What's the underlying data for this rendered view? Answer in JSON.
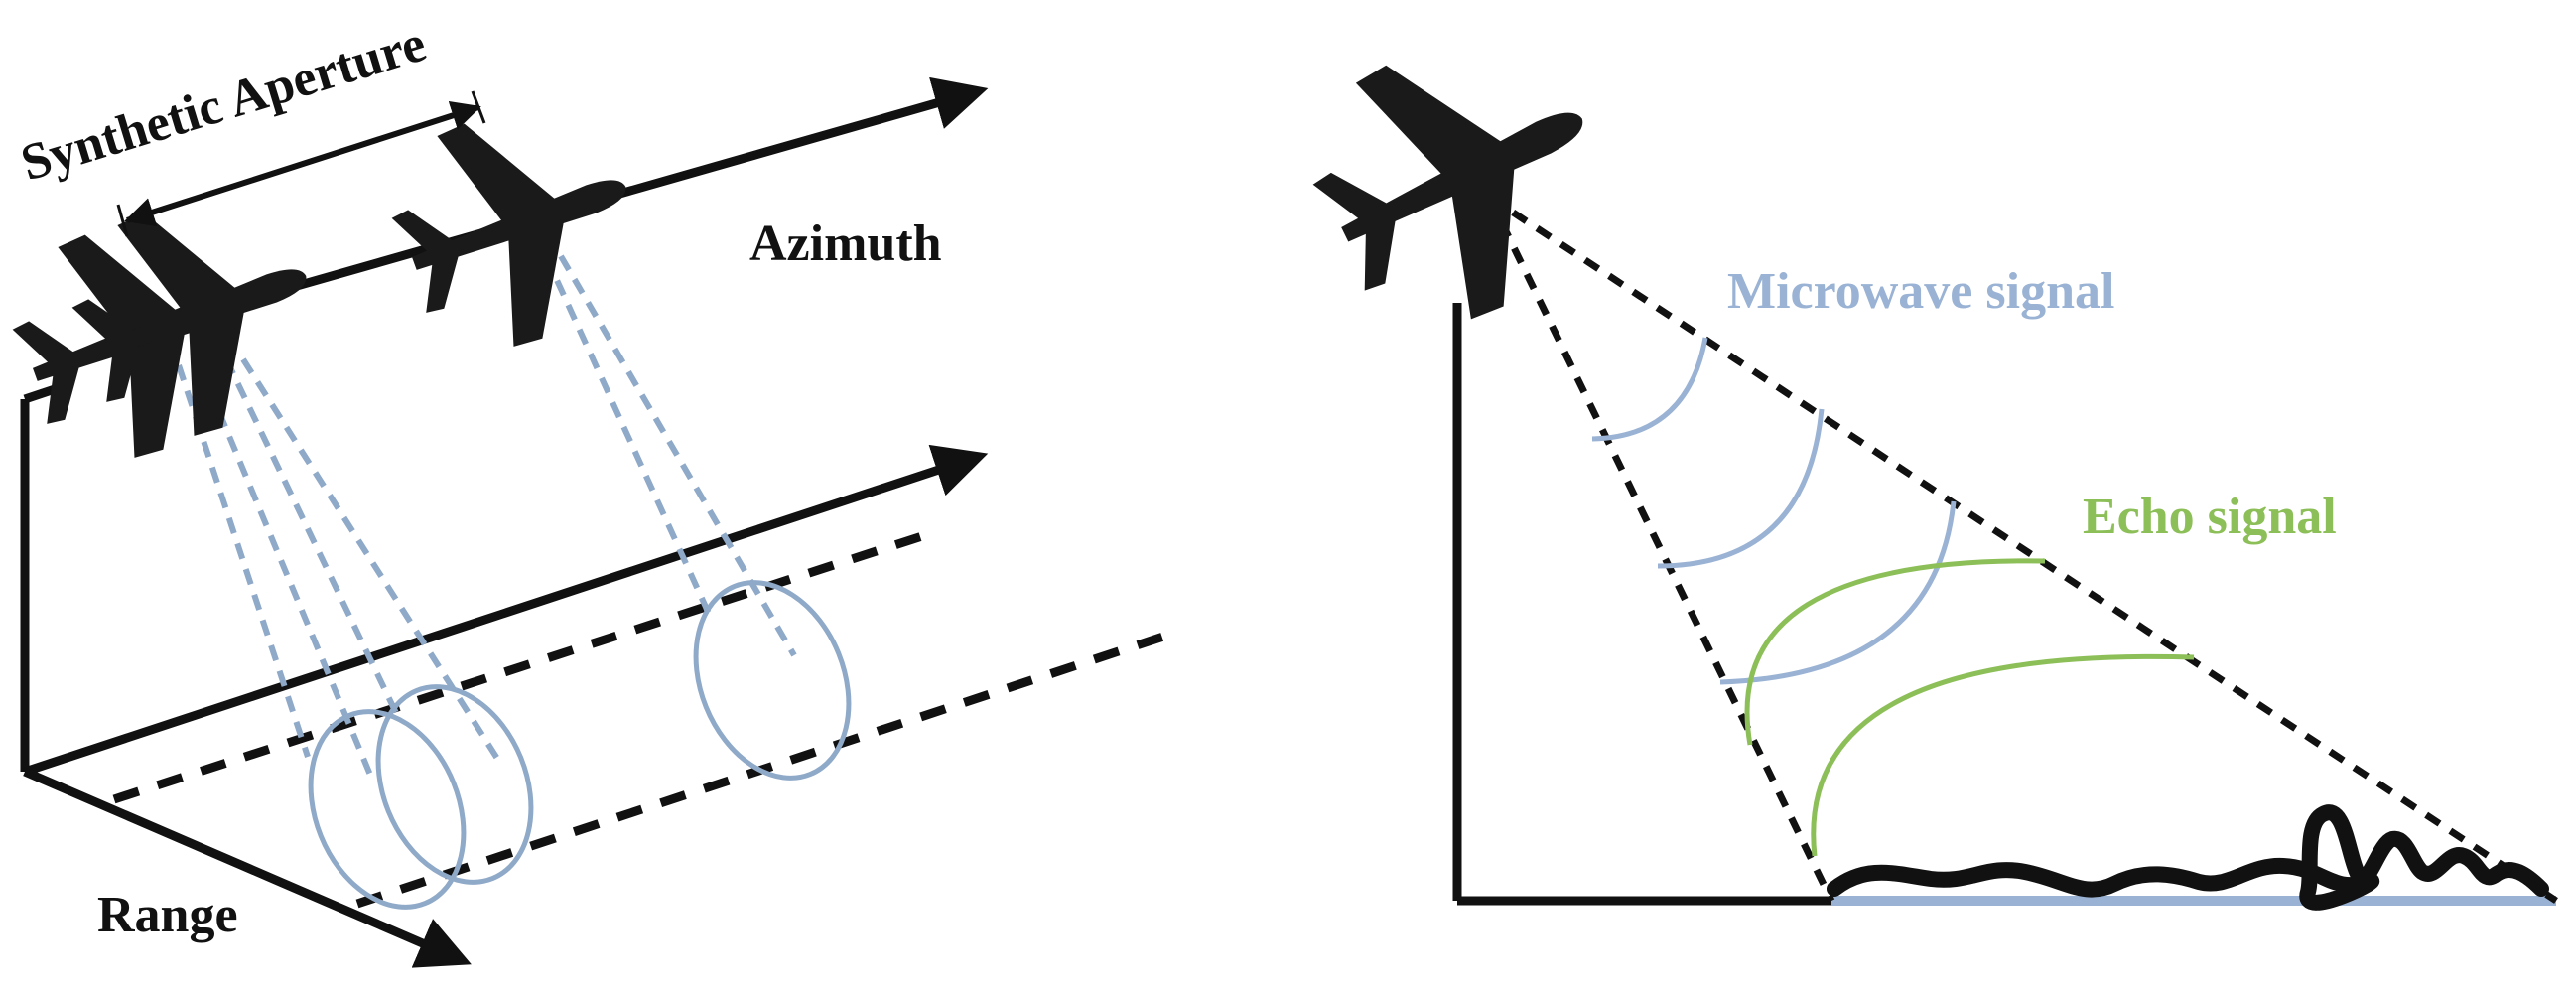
{
  "labels": {
    "synthetic_aperture": "Synthetic Aperture",
    "azimuth": "Azimuth",
    "range": "Range",
    "microwave_signal": "Microwave signal",
    "echo_signal": "Echo signal"
  },
  "colors": {
    "ink": "#111111",
    "beam": "#8fa9c8",
    "microwave": "#9ab3d4",
    "echo": "#8dbf59",
    "ground_line": "#9ab3d4"
  }
}
